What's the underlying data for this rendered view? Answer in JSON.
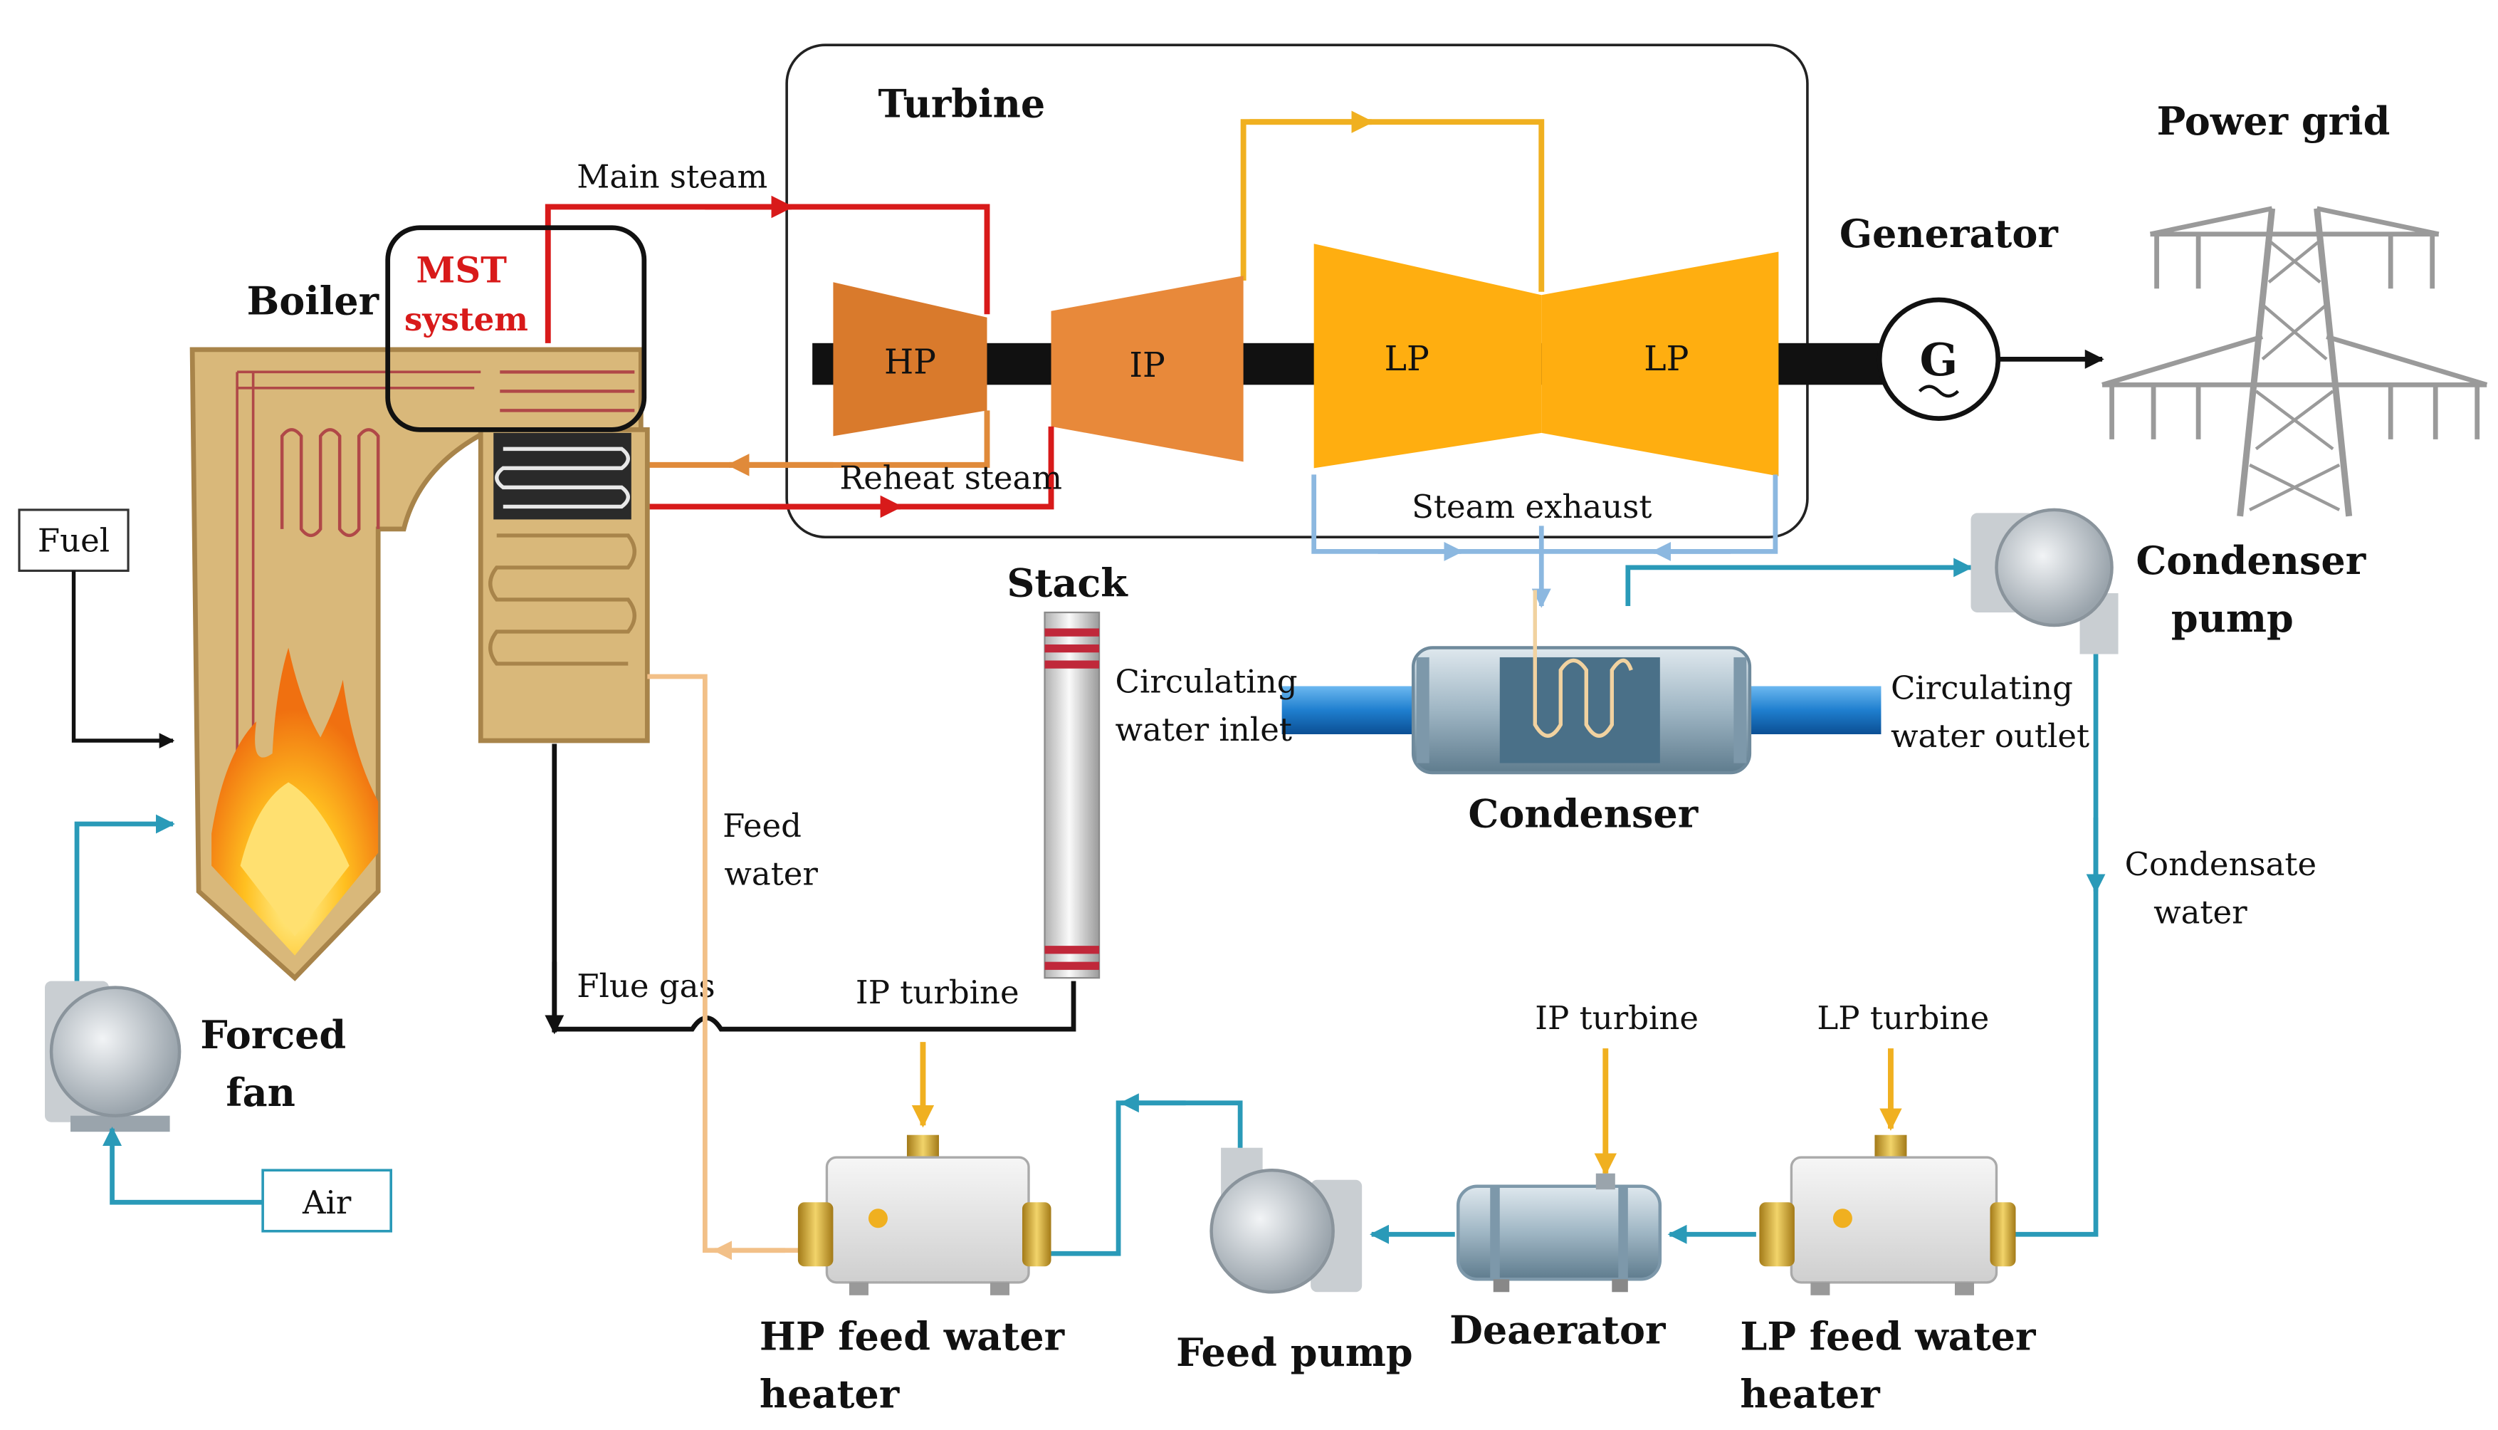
{
  "labels": {
    "turbine": "Turbine",
    "power_grid": "Power grid",
    "generator": "Generator",
    "generator_symbol": "G",
    "main_steam": "Main steam",
    "mst_line1": "MST",
    "mst_line2": "system",
    "boiler": "Boiler",
    "hp": "HP",
    "ip": "IP",
    "lp_a": "LP",
    "lp_b": "LP",
    "reheat_steam": "Reheat steam",
    "steam_exhaust": "Steam exhaust",
    "fuel": "Fuel",
    "stack": "Stack",
    "circ_in_1": "Circulating",
    "circ_in_2": "water inlet",
    "circ_out_1": "Circulating",
    "circ_out_2": "water outlet",
    "condenser": "Condenser",
    "condenser_pump_1": "Condenser",
    "condenser_pump_2": "pump",
    "feed_water_1": "Feed",
    "feed_water_2": "water",
    "flue_gas": "Flue gas",
    "ip_turbine_hp": "IP turbine",
    "ip_turbine_dea": "IP turbine",
    "lp_turbine": "LP turbine",
    "condensate_1": "Condensate",
    "condensate_2": "water",
    "forced_fan_1": "Forced",
    "forced_fan_2": "fan",
    "air": "Air",
    "hp_heater_1": "HP feed water",
    "hp_heater_2": "heater",
    "feed_pump": "Feed pump",
    "deaerator": "Deaerator",
    "lp_heater_1": "LP feed water",
    "lp_heater_2": "heater"
  },
  "colors": {
    "main_steam": "#d81a1a",
    "reheat_return": "#e08a3a",
    "crossover": "#f0b020",
    "exhaust": "#8cb8e0",
    "water": "#2a9ab8",
    "feed_water": "#f2c088",
    "flue_gas": "#111111",
    "hp_turbine": "#d97a2c",
    "ip_turbine": "#e8893a",
    "lp_turbine": "#ffae10",
    "boiler": "#d9b87a"
  }
}
